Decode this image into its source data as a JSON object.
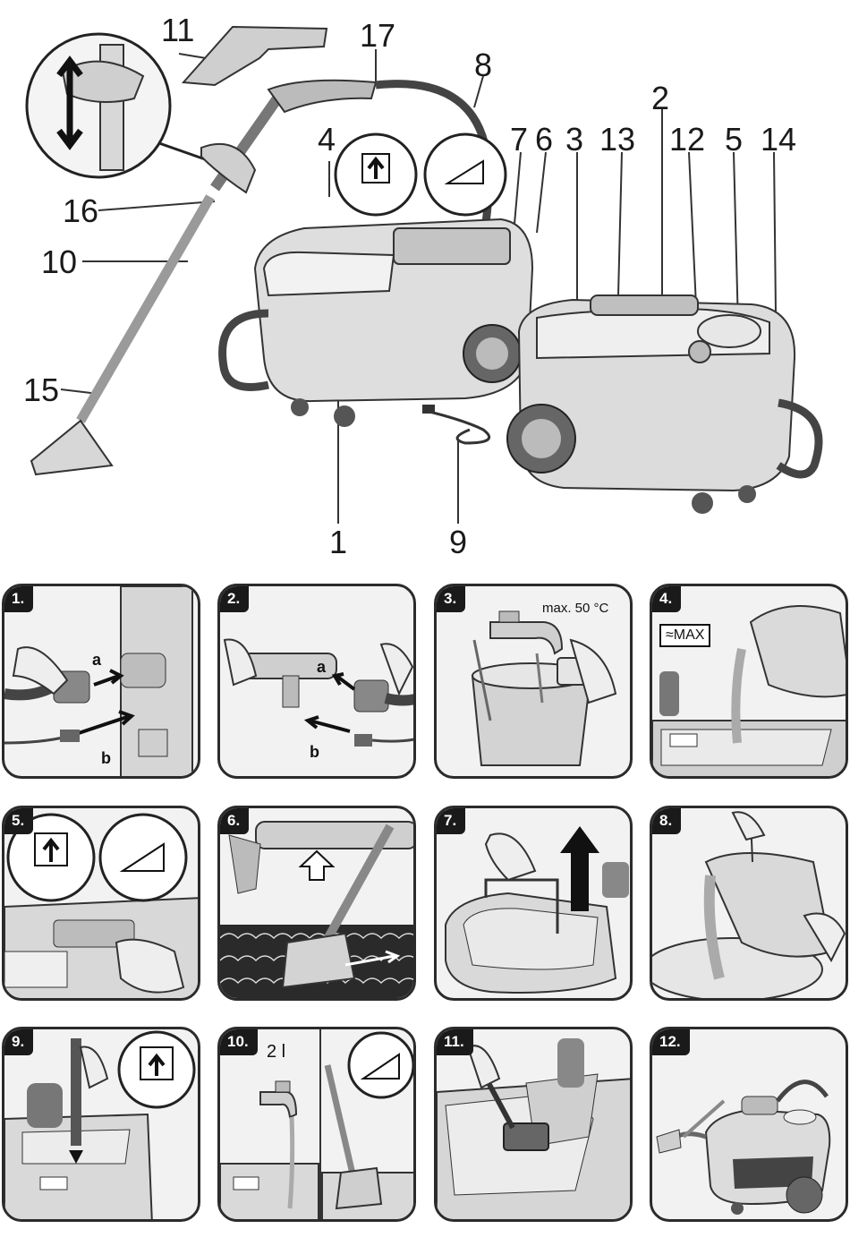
{
  "overview": {
    "callouts": {
      "n1": "1",
      "n2": "2",
      "n3": "3",
      "n4": "4",
      "n5": "5",
      "n6": "6",
      "n7": "7",
      "n8": "8",
      "n9": "9",
      "n10": "10",
      "n11": "11",
      "n12": "12",
      "n13": "13",
      "n14": "14",
      "n15": "15",
      "n16": "16",
      "n17": "17"
    }
  },
  "steps": [
    {
      "badge": "1.",
      "label_a": "a",
      "label_b": "b"
    },
    {
      "badge": "2.",
      "label_a": "a",
      "label_b": "b"
    },
    {
      "badge": "3.",
      "temp": "max. 50 °C"
    },
    {
      "badge": "4.",
      "max": "≈MAX"
    },
    {
      "badge": "5."
    },
    {
      "badge": "6."
    },
    {
      "badge": "7."
    },
    {
      "badge": "8."
    },
    {
      "badge": "9."
    },
    {
      "badge": "10.",
      "volume": "2 l"
    },
    {
      "badge": "11."
    },
    {
      "badge": "12."
    }
  ],
  "colors": {
    "line": "#2b2b2b",
    "panel_bg": "#f2f2f2",
    "device": "#d9d9d9",
    "dark": "#555555"
  }
}
